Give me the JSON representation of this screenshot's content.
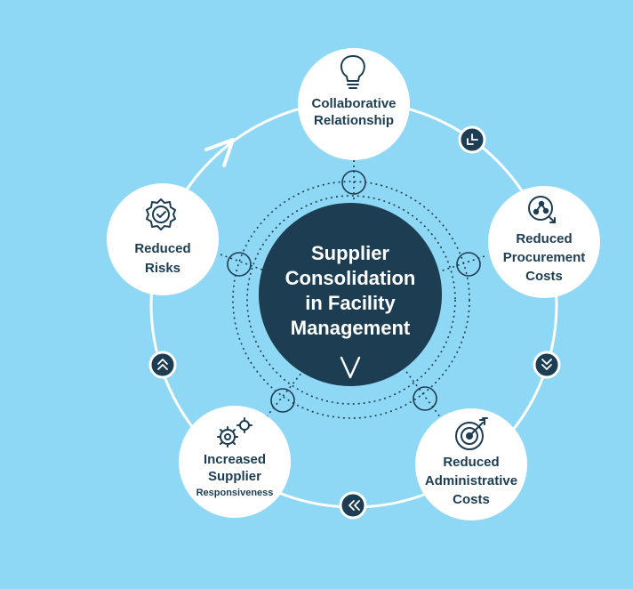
{
  "center": {
    "lines": [
      "Supplier",
      "Consolidation",
      "in Facility",
      "Management"
    ]
  },
  "nodes": [
    {
      "id": "collaborative-relationship",
      "icon": "lightbulb-icon",
      "lines": [
        "Collaborative",
        "Relationship"
      ]
    },
    {
      "id": "reduced-procurement-costs",
      "icon": "network-magnifier-icon",
      "lines": [
        "Reduced",
        "Procurement",
        "Costs"
      ]
    },
    {
      "id": "reduced-administrative-costs",
      "icon": "target-icon",
      "lines": [
        "Reduced",
        "Administrative",
        "Costs"
      ]
    },
    {
      "id": "increased-supplier-responsiveness",
      "icon": "gears-icon",
      "lines": [
        "Increased",
        "Supplier",
        "Responsiveness"
      ]
    },
    {
      "id": "reduced-risks",
      "icon": "badge-check-icon",
      "lines": [
        "Reduced",
        "Risks"
      ]
    }
  ],
  "colors": {
    "background": "#8fd8f5",
    "navy": "#1c3d52",
    "white": "#ffffff"
  }
}
